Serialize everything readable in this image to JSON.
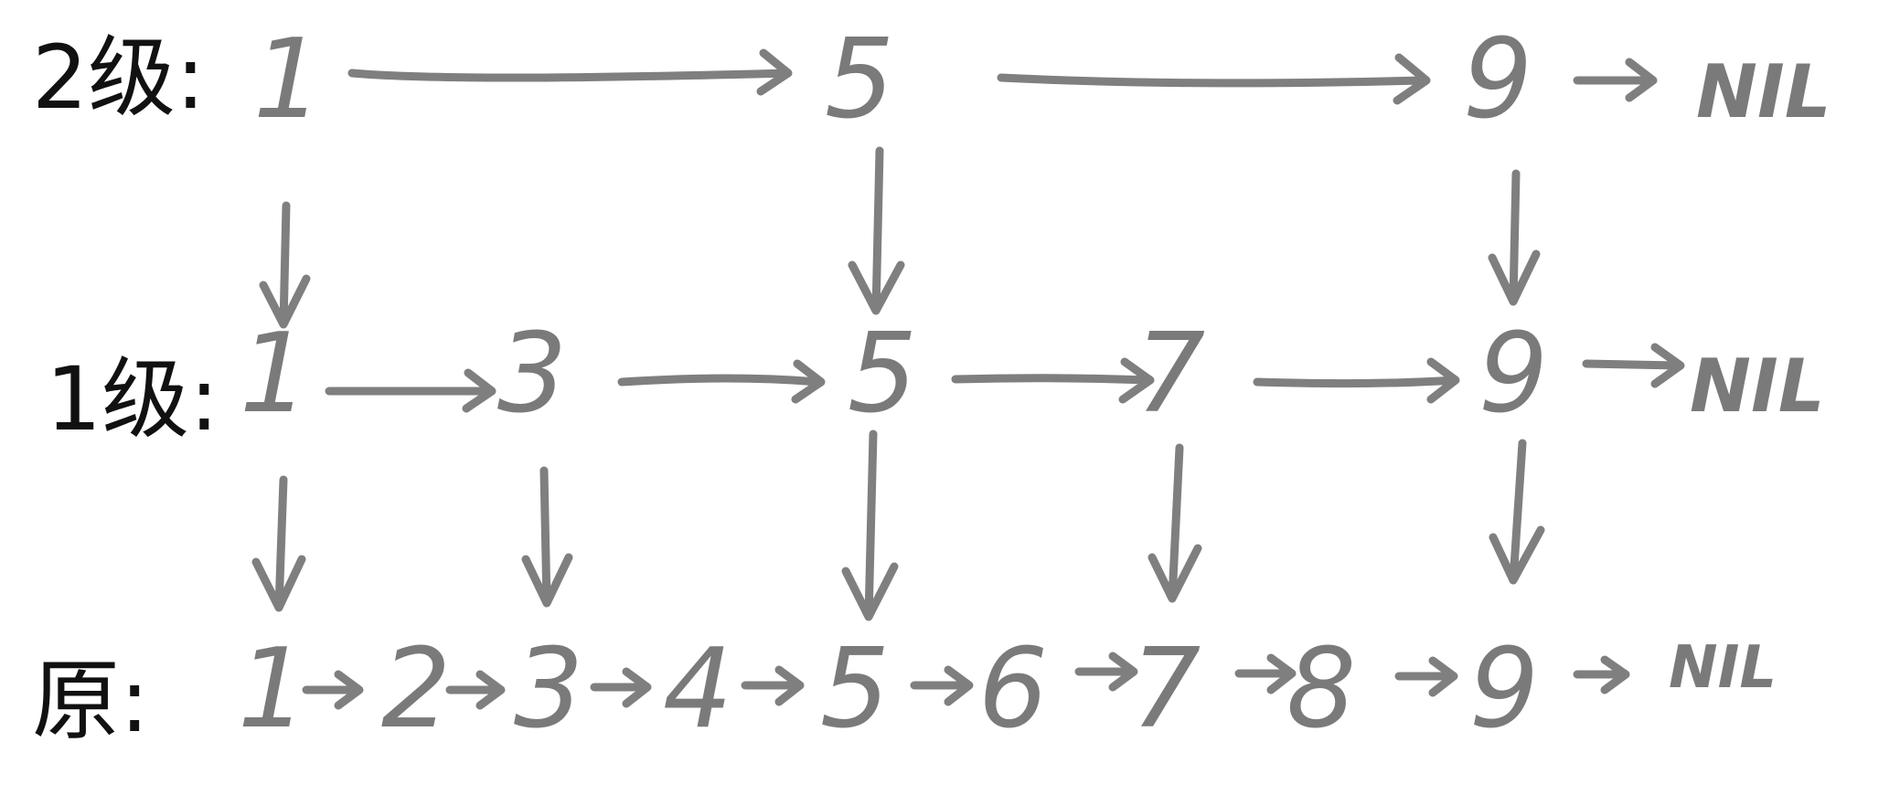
{
  "levels": [
    {
      "label": "2级:",
      "nodes": [
        "1",
        "5",
        "9"
      ],
      "end": "NIL"
    },
    {
      "label": "1级:",
      "nodes": [
        "1",
        "3",
        "5",
        "7",
        "9"
      ],
      "end": "NIL"
    },
    {
      "label": "原:",
      "nodes": [
        "1",
        "2",
        "3",
        "4",
        "5",
        "6",
        "7",
        "8",
        "9"
      ],
      "end": "NIL"
    }
  ],
  "colors": {
    "ink": "#111111",
    "pencil": "#7a7a7a"
  }
}
